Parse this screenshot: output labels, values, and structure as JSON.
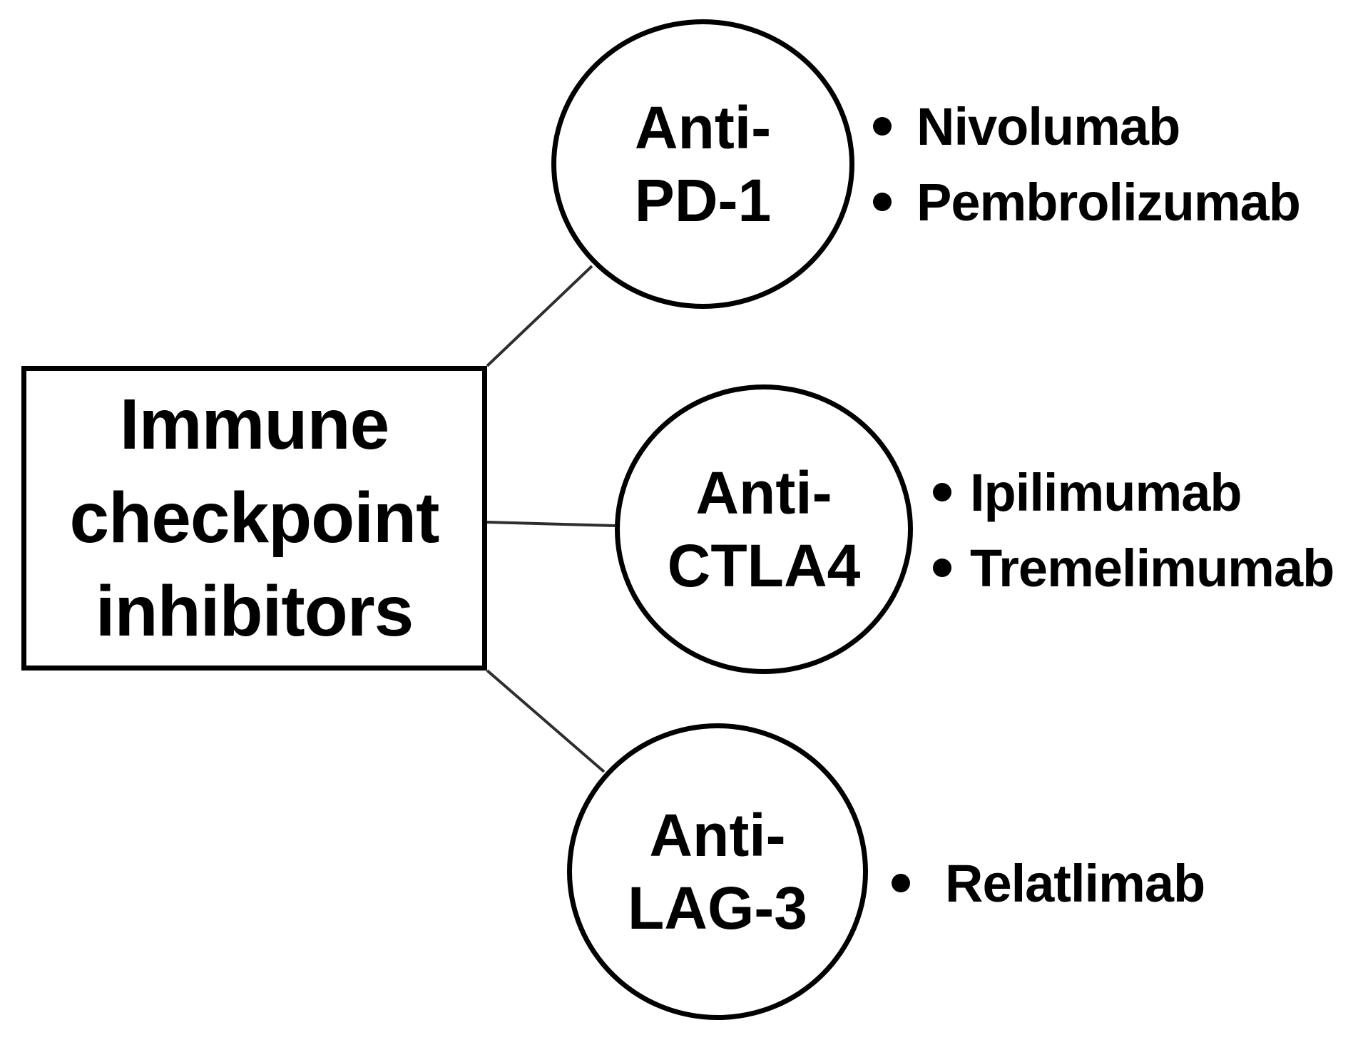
{
  "figure": {
    "background_color": "#ffffff",
    "ink_color": "#000000",
    "connector_color": "#2e2e2e",
    "root_box": {
      "label": "Immune checkpoint inhibitors",
      "lines": [
        "Immune",
        "checkpoint",
        "inhibitors"
      ]
    },
    "nodes": [
      {
        "id": "anti-pd-1",
        "label": "Anti-PD-1",
        "label_line1": "Anti-",
        "label_line2": "PD-1",
        "drugs": [
          "Nivolumab",
          "Pembrolizumab"
        ]
      },
      {
        "id": "anti-ctla4",
        "label": "Anti-CTLA4",
        "label_line1": "Anti-",
        "label_line2": "CTLA4",
        "drugs": [
          "Ipilimumab",
          "Tremelimumab"
        ]
      },
      {
        "id": "anti-lag-3",
        "label": "Anti-LAG-3",
        "label_line1": "Anti-",
        "label_line2": "LAG-3",
        "drugs": [
          "Relatlimab"
        ]
      }
    ]
  }
}
